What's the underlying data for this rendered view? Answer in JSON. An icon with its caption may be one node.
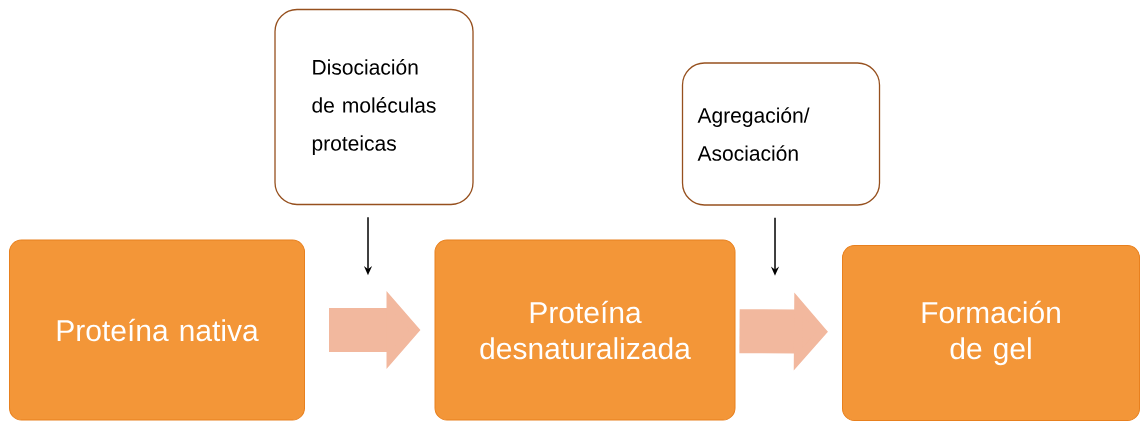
{
  "diagram": {
    "nodes": [
      {
        "text": [
          "Proteína nativa"
        ]
      },
      {
        "text": [
          "Proteína desnaturalizada"
        ]
      },
      {
        "text": [
          "Formación de gel"
        ]
      },
      {
        "text": [
          "Disociación de moléculas proteicas"
        ]
      },
      {
        "text": [
          "Agregación/ Asociación"
        ]
      }
    ],
    "edges": [
      {
        "from": 0,
        "to": 1,
        "arrow": "to",
        "style": "thick",
        "color": "#f2b89e"
      },
      {
        "from": 1,
        "to": 2,
        "arrow": "to",
        "style": "thick",
        "color": "#f2b89e"
      },
      {
        "from": 3,
        "to": null,
        "arrow": "to",
        "color": "#000000"
      },
      {
        "from": 4,
        "to": null,
        "arrow": "to",
        "color": "#000000"
      }
    ]
  }
}
